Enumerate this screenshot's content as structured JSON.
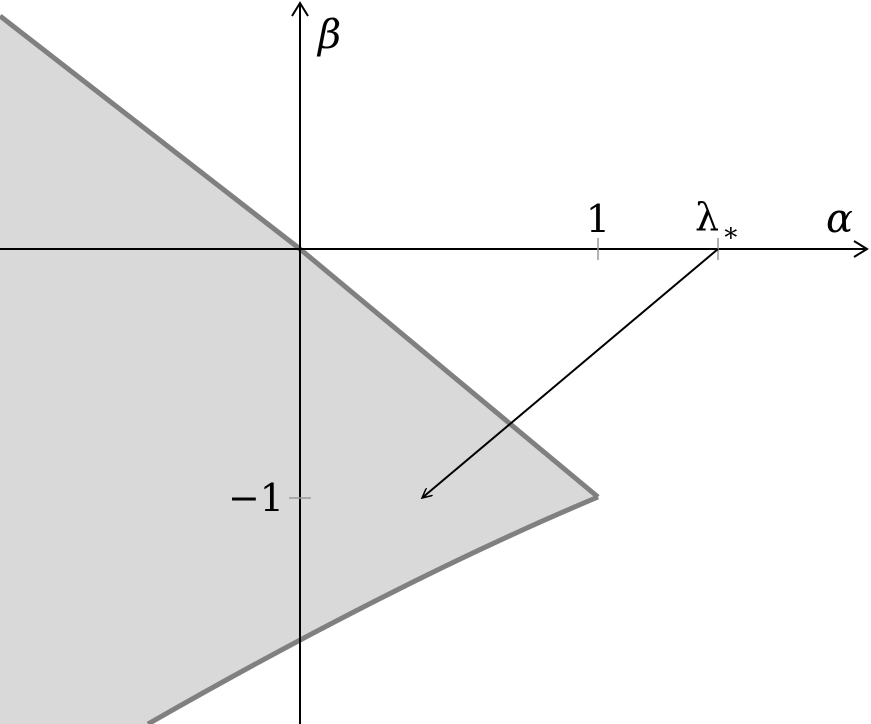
{
  "axes": {
    "x_label": "α",
    "y_label": "β"
  },
  "ticks": {
    "x_one": "1",
    "x_lambda": "λ",
    "x_lambda_sub": "∗",
    "y_minus_one": "−1"
  },
  "region": {
    "fill": "#d9d9d9",
    "boundary_color": "#808080"
  }
}
